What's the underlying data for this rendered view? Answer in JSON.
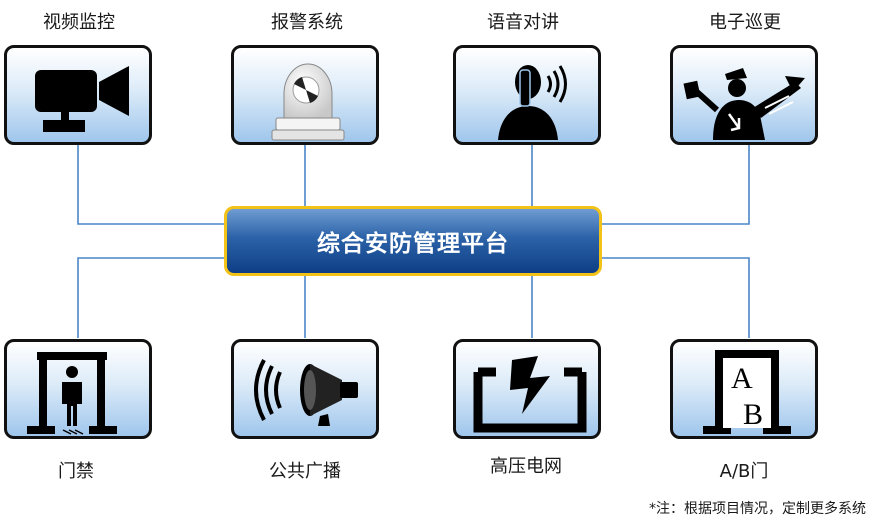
{
  "platform": {
    "title": "综合安防管理平台"
  },
  "top_systems": [
    {
      "label": "视频监控",
      "icon": "video-camera-icon"
    },
    {
      "label": "报警系统",
      "icon": "alarm-siren-icon"
    },
    {
      "label": "语音对讲",
      "icon": "intercom-icon"
    },
    {
      "label": "电子巡更",
      "icon": "patrol-guard-icon"
    }
  ],
  "bottom_systems": [
    {
      "label": "门禁",
      "icon": "access-gate-icon"
    },
    {
      "label": "公共广播",
      "icon": "loudspeaker-icon"
    },
    {
      "label": "高压电网",
      "icon": "electric-fence-icon"
    },
    {
      "label": "A/B门",
      "icon": "ab-door-icon"
    }
  ],
  "footnote": "*注：根据项目情况，定制更多系统",
  "colors": {
    "connector": "#4a86c8",
    "platform_border": "#f2c218",
    "platform_fill": "#1f57a0",
    "tile_fill": "#9fc6ec"
  }
}
